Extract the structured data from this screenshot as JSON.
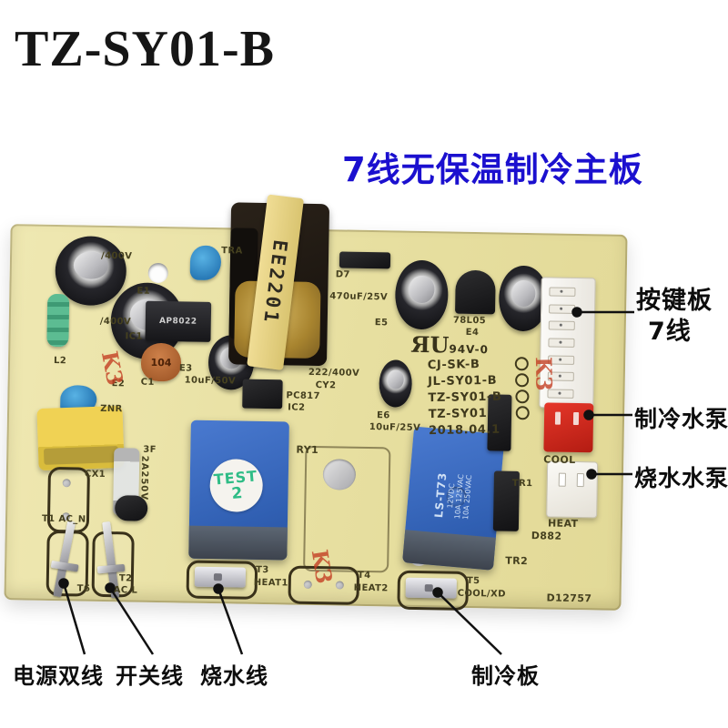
{
  "title": "TZ-SY01-B",
  "subtitle": "7线无保温制冷主板",
  "colors": {
    "subtitle_blue": "#1b10cf",
    "board_yellow": "#e8e1a6",
    "relay_blue": "#3c6cc0",
    "cool_connector_red": "#cf2b20",
    "sticker_green": "#2fbc86"
  },
  "callouts": {
    "keypad_line1": "按键板",
    "keypad_line2": "7线",
    "cool_pump": "制冷水泵",
    "water_pump": "烧水水泵",
    "power_wire": "电源双线",
    "switch_wire": "开关线",
    "boil_wire": "烧水线",
    "cool_board": "制冷板"
  },
  "board": {
    "transformer_label": "EE2201",
    "ic1_label": "AP8022",
    "cap104": "104",
    "fuse": "2A250V",
    "relay1_sticker": {
      "line1": "TEST",
      "line2": "2"
    },
    "relay2": {
      "model": "LS-T73",
      "coil": "12VDC",
      "ratings1": "10A 125VAC",
      "ratings2": "10A 250VAC"
    },
    "codes": [
      {
        "label": "CJ-SK-B"
      },
      {
        "label": "JL-SY01-B"
      },
      {
        "label": "TZ-SY01-B"
      },
      {
        "label": "TZ-SY01"
      }
    ],
    "silk": {
      "v400a": "/400V",
      "e1": "E1",
      "v400b": "/400V",
      "ic1": "IC1",
      "c1": "C1",
      "l2": "L2",
      "e2": "E2",
      "e3": "E3",
      "e3_val": "10uF/50V",
      "znr": "ZNR",
      "cx1": "CX1",
      "f3": "3F",
      "tra": "TRA",
      "d7": "D7",
      "e5_val": "470uF/25V",
      "e5": "E5",
      "reg": "78L05",
      "e4": "E4",
      "cy2_val": "222/400V",
      "cy2": "CY2",
      "pc817": "PC817",
      "ic2": "IC2",
      "e6": "E6",
      "e6_val": "10uF/25V",
      "ul_mark": "ЯU",
      "ul_rating": "94V-0",
      "date": "2018.04.1",
      "ry1": "RY1",
      "tr1": "TR1",
      "tr2": "TR2",
      "d882": "D882",
      "cool": "COOL",
      "heat": "HEAT",
      "t1": "T1 AC_N",
      "t6": "T6",
      "t2": "T2",
      "acl": "AC L",
      "t3": "T3",
      "heat1": "HEAT1",
      "t4": "T4",
      "heat2": "HEAT2",
      "t5": "T5",
      "coolxd": "COOL/XD",
      "serial": "D12757",
      "stamp": "K3"
    }
  }
}
